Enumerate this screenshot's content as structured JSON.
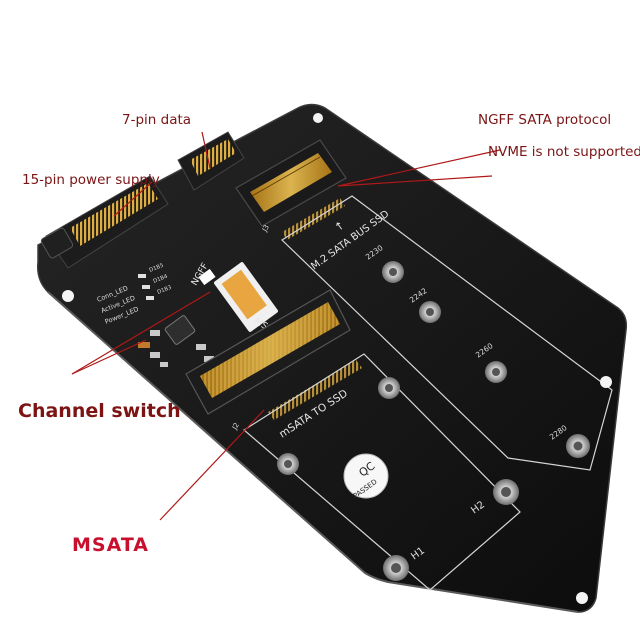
{
  "callouts": {
    "seven_pin": "7-pin data",
    "fifteen_pin": "15-pin power supply",
    "ngff_sata": "NGFF SATA protocol",
    "nvme": "NVME is not supported",
    "channel_switch": "Channel switch",
    "msata": "MSATA"
  },
  "board": {
    "m2_bay_label": "M.2 SATA BUS SSD",
    "msata_bay_label": "mSATA TO SSD",
    "ngff_switch_label": "NGFF",
    "msata_switch_label": "MSATA",
    "length_2230": "2230",
    "length_2242": "2242",
    "length_2260": "2260",
    "length_2280": "2280",
    "mount_h1": "H1",
    "mount_h2": "H2",
    "connector_j2": "J2",
    "connector_j3": "J3",
    "qc_top": "QC",
    "qc_bottom": "PASSED",
    "led_conn": "Conn_LED",
    "led_active": "Active_LED",
    "led_power": "Power_LED",
    "led_d1": "D1B5",
    "led_d2": "D1B4",
    "led_d3": "D1B3"
  },
  "colors": {
    "board": "#141414",
    "callout_text": "#7a1414",
    "msata_text": "#c8102e",
    "callout_line": "#b01818",
    "gold": "#e0a530"
  }
}
